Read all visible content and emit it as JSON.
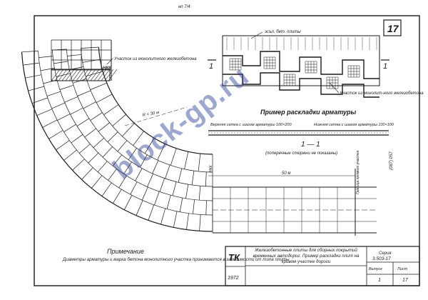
{
  "header_mark": "нп 7/4",
  "sheet_number": "17",
  "labels": {
    "monolithic_section_left": "Участок из монолитного железобетона",
    "level_mark": "НКК",
    "radius": "R = 30 м",
    "edge_label": "эсъл. бет. плиты",
    "section_mark_left": "1",
    "section_mark_right": "1",
    "monolithic_section_right": "Участок из монолит-ного железобетона",
    "example_title": "Пример раскладки арматуры",
    "top_mesh": "Верхняя сетка с шагом арматуры 100×200",
    "bottom_mesh": "Нижняя сетка с шагом арматуры 100×100",
    "section_title": "1 — 1",
    "section_note": "(поперечные стержни не показаны)",
    "dim_50": "50 м",
    "dim_vertical": "(087) 057",
    "straight_border": "Граница прямого участка",
    "level_mark_2": "НКК"
  },
  "note": {
    "title": "Примечание",
    "text": "Диаметры арматуры и марка бетона монолитного участка принимаются в зависимости от типа плиты"
  },
  "title_block": {
    "code": "ТК",
    "year": "1972",
    "description": "Железобетонные плиты для сборных покрытий временных автодорог. Пример раскладки плит на кривом участке дороги",
    "series_label": "Серия",
    "series": "3.503-17",
    "issue_label": "Выпуск",
    "issue": "1",
    "sheet_label": "Лист",
    "sheet": "17"
  },
  "watermark": "block-gp.ru",
  "colors": {
    "ink": "#1a1a1a",
    "watermark": "#2b3c96"
  }
}
